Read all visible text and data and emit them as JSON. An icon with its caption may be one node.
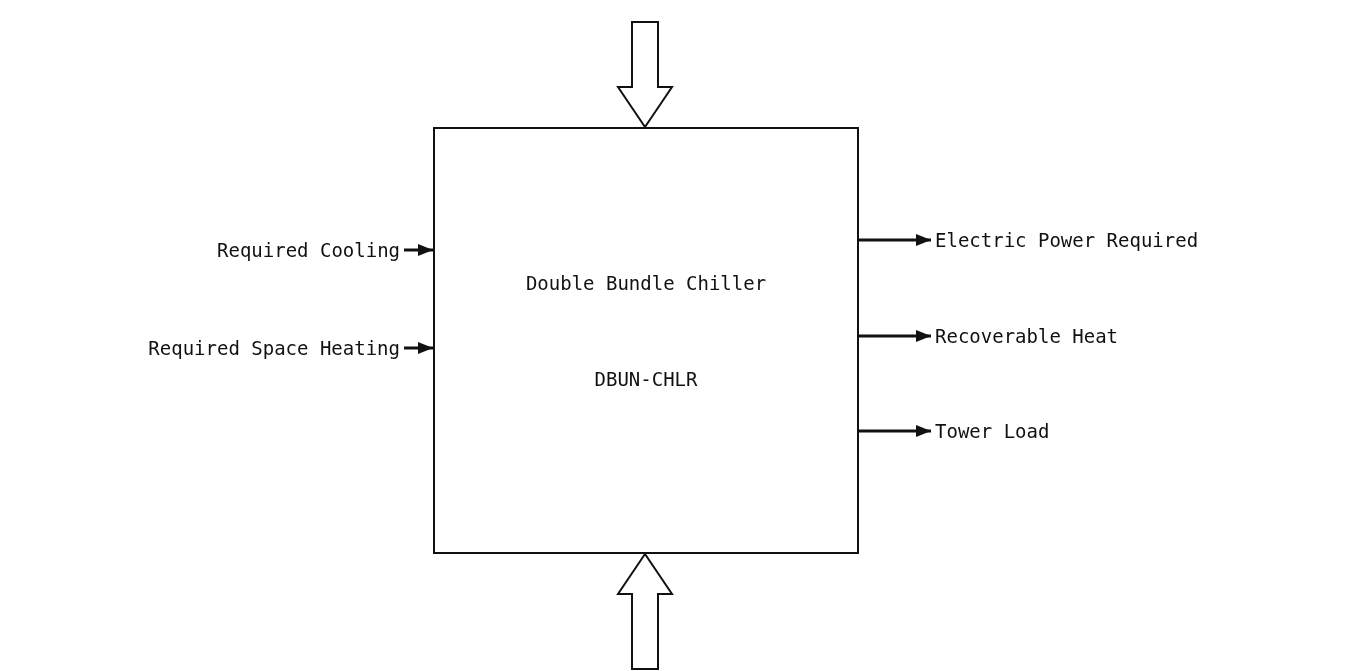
{
  "diagram": {
    "nodes": [
      {
        "text": [
          "Required Cooling"
        ]
      },
      {
        "text": [
          "Required Space Heating"
        ]
      },
      {
        "text": [
          "Double Bundle Chiller",
          "DBUN-CHLR"
        ]
      },
      {
        "text": [
          "Electric Power Required"
        ]
      },
      {
        "text": [
          "Recoverable Heat"
        ]
      },
      {
        "text": [
          "Tower Load"
        ]
      }
    ],
    "edges": [
      {
        "from": 0,
        "to": 2,
        "arrow": "to"
      },
      {
        "from": 1,
        "to": 2,
        "arrow": "to"
      },
      {
        "from": 2,
        "to": 3,
        "arrow": "to"
      },
      {
        "from": 2,
        "to": 4,
        "arrow": "to"
      },
      {
        "from": 2,
        "to": 5,
        "arrow": "to"
      },
      {
        "from": null,
        "to": 2,
        "arrow": "to",
        "style": "thick"
      },
      {
        "from": null,
        "to": 2,
        "arrow": "to",
        "style": "thick"
      }
    ]
  }
}
